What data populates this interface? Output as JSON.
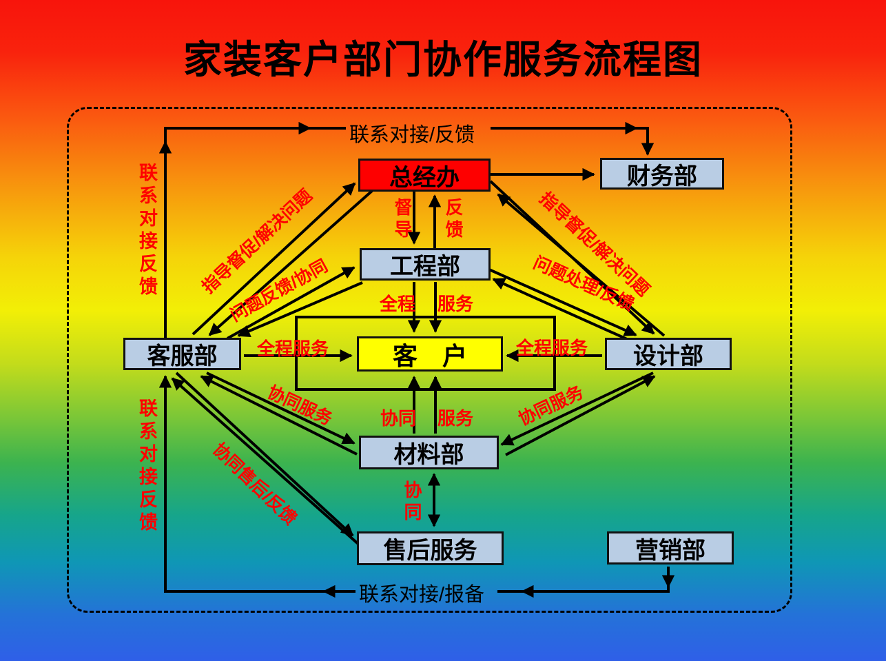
{
  "title": "家装客户部门协作服务流程图",
  "nodes": {
    "general_office": "总经办",
    "finance": "财务部",
    "engineering": "工程部",
    "customer_service": "客服部",
    "customer": "客　户",
    "design": "设计部",
    "materials": "材料部",
    "after_sales": "售后服务",
    "marketing": "营销部"
  },
  "labels": {
    "top_link": "联系对接/反馈",
    "bottom_link": "联系对接/报备",
    "left_upper_vertical": "联系对接反馈",
    "left_lower_vertical": "联系对接反馈",
    "supervise": "督导",
    "feedback": "反馈",
    "guide_solve_left": "指导督促/解决问题",
    "problem_feedback": "问题反馈/协同",
    "guide_solve_right": "指导督促/解决问题",
    "problem_handle": "问题处理/反馈",
    "full_service_a": "全程",
    "full_service_b": "服务",
    "full_service_left": "全程服务",
    "full_service_right": "全程服务",
    "co_service_left": "协同服务",
    "co_service_a": "协同",
    "co_service_b": "服务",
    "co_service_right": "协同服务",
    "co_after_sale": "协同售后/反馈",
    "co_vertical": "协同"
  },
  "colors": {
    "node_fill": "#b9cde4",
    "highlight_red": "#fe0000",
    "highlight_yellow": "#ffff00",
    "label_red": "#fe0000",
    "line": "#000000"
  }
}
